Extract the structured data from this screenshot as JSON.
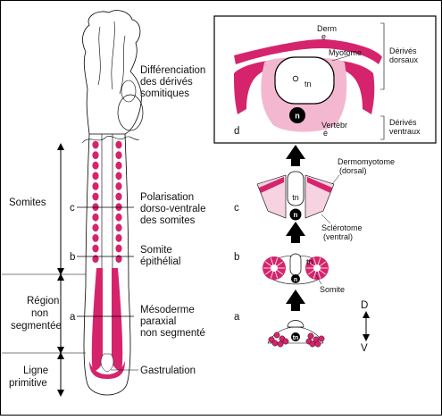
{
  "colors": {
    "magenta": "#d6246c",
    "pink": "#f3b8cf",
    "light_pink": "#f7d2e1",
    "ink": "#111111"
  },
  "left_axis": {
    "somites": "Somites",
    "region_lines": [
      "Région",
      "non",
      "segmentée"
    ],
    "ligne_lines": [
      "Ligne",
      "primitive"
    ]
  },
  "level_markers": {
    "a": "a",
    "b": "b",
    "c": "c"
  },
  "embryo_labels": {
    "differenciation": [
      "Différenciation",
      "des dérivés",
      "somitiques"
    ],
    "polarisation": [
      "Polarisation",
      "dorso-ventrale",
      "des somites"
    ],
    "somite_epithelial": [
      "Somite",
      "épithélial"
    ],
    "mesoderme": [
      "Mésoderme",
      "paraxial",
      "non segmenté"
    ],
    "gastrulation": "Gastrulation"
  },
  "sections": {
    "letters": {
      "a": "a",
      "b": "b",
      "c": "c",
      "d": "d"
    },
    "a": {
      "tn": "tn"
    },
    "b": {
      "tn": "tn",
      "n": "n",
      "somite": "Somite"
    },
    "c": {
      "tn": "tn",
      "n": "n",
      "dermomyotome": [
        "Dermomyotome",
        "(dorsal)"
      ],
      "sclerotome": [
        "Sclérotome",
        "(ventral)"
      ]
    },
    "d": {
      "derme": [
        "Derm",
        "e"
      ],
      "myotome": "Myotome",
      "tn": "tn",
      "n": "n",
      "vertebre": [
        "Vertébr",
        "é"
      ]
    }
  },
  "brackets": {
    "dorsaux": [
      "Dérivés",
      "dorsaux"
    ],
    "ventraux": [
      "Dérivés",
      "ventraux"
    ]
  },
  "axis_dv": {
    "d": "D",
    "v": "V"
  }
}
